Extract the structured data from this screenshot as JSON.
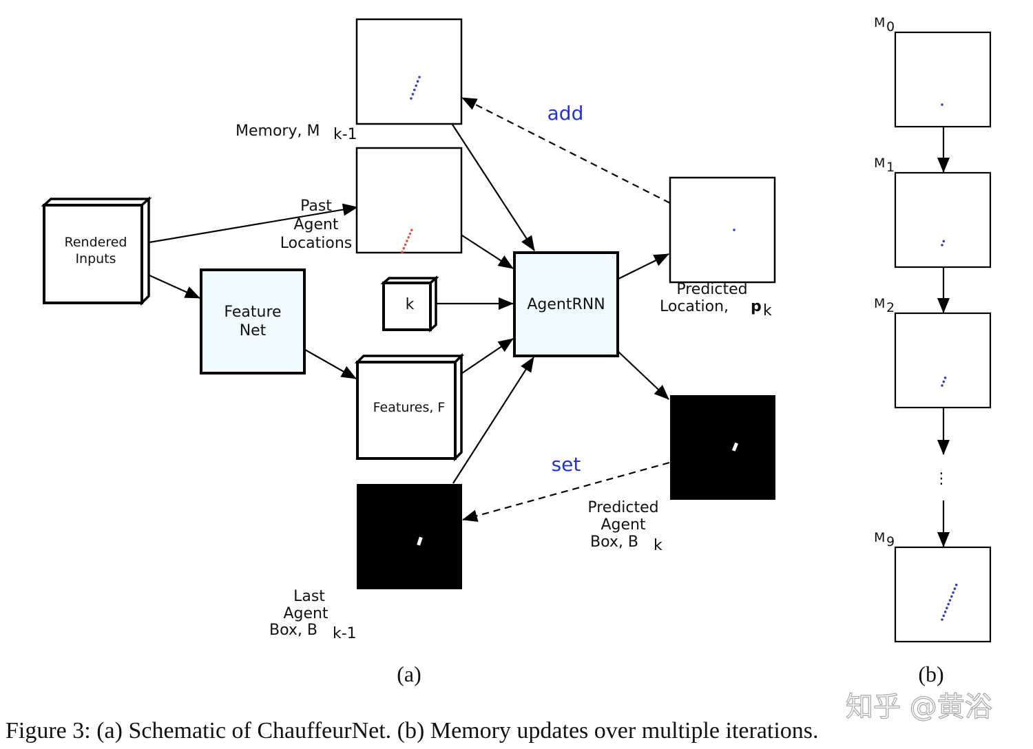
{
  "panel_a": {
    "label": "(a)",
    "nodes": {
      "rendered_inputs": {
        "line1": "Rendered",
        "line2": "Inputs"
      },
      "feature_net": {
        "line1": "Feature",
        "line2": "Net"
      },
      "memory": {
        "label": "Memory, M",
        "subscript": "k-1"
      },
      "past_agent_locations": {
        "line1": "Past",
        "line2": "Agent",
        "line3": "Locations"
      },
      "k_input": {
        "label": "k"
      },
      "features": {
        "label": "Features, F"
      },
      "agent_rnn": {
        "label": "AgentRNN"
      },
      "predicted_location": {
        "line1": "Predicted",
        "line2": "Location,",
        "bold_symbol": "p",
        "subscript": "k"
      },
      "predicted_agent_box": {
        "line1": "Predicted",
        "line2": "Agent",
        "line3": "Box, B",
        "subscript": "k"
      },
      "last_agent_box": {
        "line1": "Last",
        "line2": "Agent",
        "line3": "Box, B",
        "subscript": "k-1"
      }
    },
    "operations": {
      "add": "add",
      "set": "set"
    }
  },
  "panel_b": {
    "label": "(b)",
    "memory_steps": [
      {
        "name": "M",
        "subscript": "0",
        "points": 1
      },
      {
        "name": "M",
        "subscript": "1",
        "points": 2
      },
      {
        "name": "M",
        "subscript": "2",
        "points": 3
      },
      {
        "name": "M",
        "subscript": "9",
        "points": 10
      }
    ],
    "ellipsis": "⋮"
  },
  "caption": "Figure 3: (a) Schematic of ChauffeurNet. (b) Memory updates over multiple iterations.",
  "watermark": "知乎 @黄浴",
  "colors": {
    "net_fill": "#f0fbfd",
    "op_text": "#1f33d6",
    "memory_dots": "#2a3fd0",
    "past_dots": "#e0583a",
    "box_fill": "#000000",
    "agent_box": "#ffffff"
  }
}
